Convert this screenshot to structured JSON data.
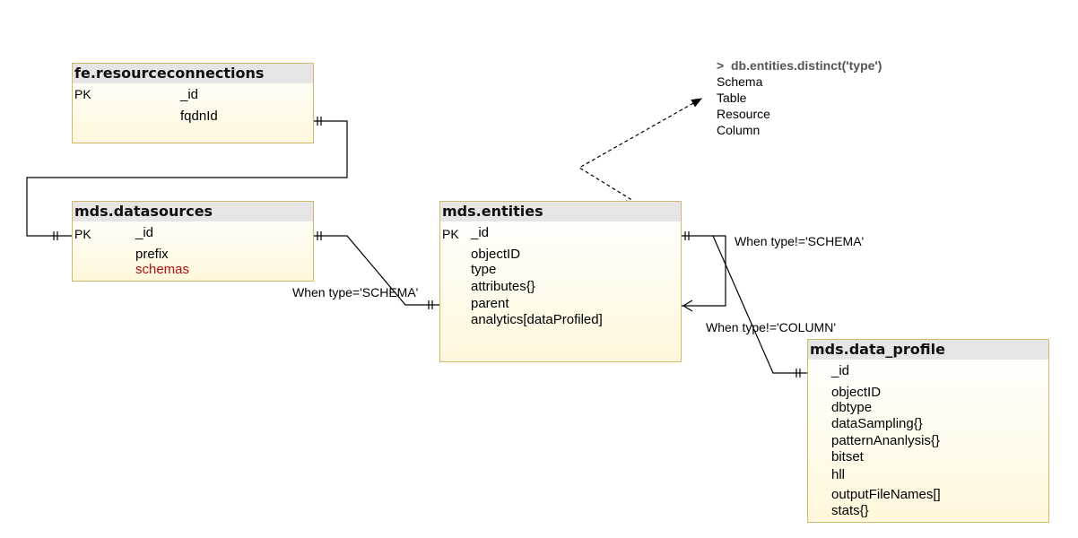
{
  "tables": {
    "resourceconnections": {
      "title": "fe.resourceconnections",
      "pk": "PK",
      "fields": [
        "_id",
        "fqdnId"
      ]
    },
    "datasources": {
      "title": "mds.datasources",
      "pk": "PK",
      "fields": [
        "_id",
        "prefix",
        "schemas"
      ]
    },
    "entities": {
      "title": "mds.entities",
      "pk": "PK",
      "fields": [
        "_id",
        "objectID",
        "type",
        "attributes{}",
        "parent",
        "analytics[dataProfiled]"
      ]
    },
    "data_profile": {
      "title": "mds.data_profile",
      "fields": [
        "_id",
        "objectID",
        "dbtype",
        "dataSampling{}",
        "patternAnanlysis{}",
        "bitset",
        "hll",
        "outputFileNames[]",
        "stats{}"
      ]
    }
  },
  "labels": {
    "when_schema": "When type='SCHEMA'",
    "when_not_schema": "When type!='SCHEMA'",
    "when_not_column": "When type!='COLUMN'"
  },
  "console": {
    "prompt": ">",
    "command": "db.entities.distinct('type')",
    "results": [
      "Schema",
      "Table",
      "Resource",
      "Column"
    ]
  },
  "colors": {
    "border": "#d2b96a",
    "header": "#e5e5e5",
    "highlight": "#b01010"
  }
}
